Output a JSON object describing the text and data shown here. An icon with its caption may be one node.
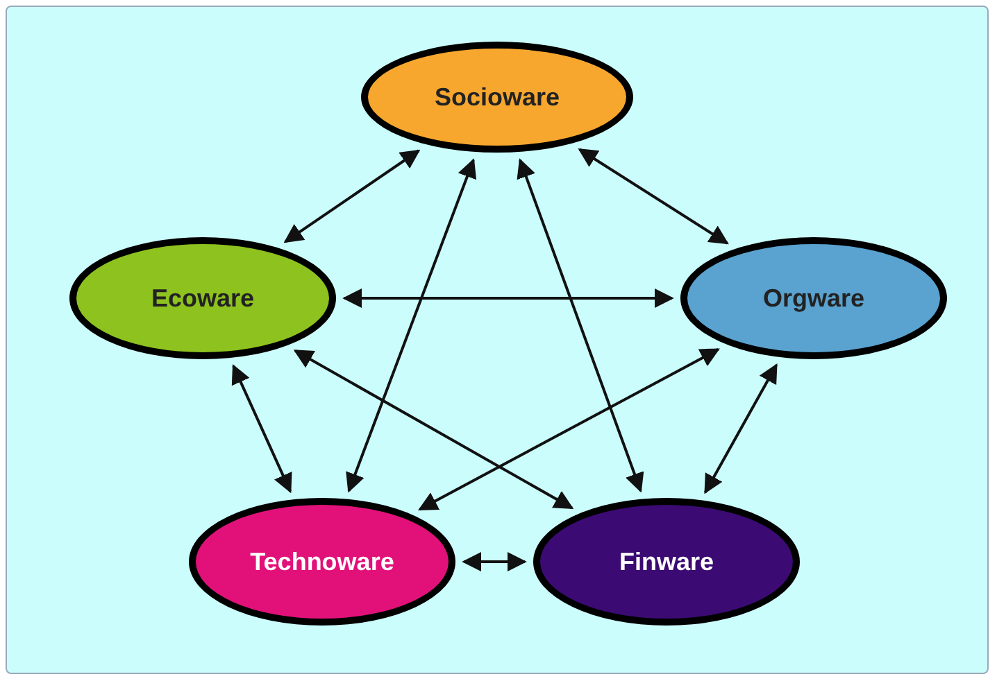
{
  "diagram": {
    "nodes": [
      {
        "text": [
          "Socioware"
        ]
      },
      {
        "text": [
          "Ecoware"
        ]
      },
      {
        "text": [
          "Orgware"
        ]
      },
      {
        "text": [
          "Technoware"
        ]
      },
      {
        "text": [
          "Finware"
        ]
      }
    ],
    "edges": [
      {
        "from": 0,
        "to": 1,
        "arrow": "both"
      },
      {
        "from": 0,
        "to": 2,
        "arrow": "both"
      },
      {
        "from": 0,
        "to": 3,
        "arrow": "both"
      },
      {
        "from": 0,
        "to": 4,
        "arrow": "both"
      },
      {
        "from": 1,
        "to": 2,
        "arrow": "both"
      },
      {
        "from": 1,
        "to": 3,
        "arrow": "both"
      },
      {
        "from": 1,
        "to": 4,
        "arrow": "both"
      },
      {
        "from": 2,
        "to": 3,
        "arrow": "both"
      },
      {
        "from": 2,
        "to": 4,
        "arrow": "both"
      },
      {
        "from": 3,
        "to": 4,
        "arrow": "both"
      }
    ]
  }
}
